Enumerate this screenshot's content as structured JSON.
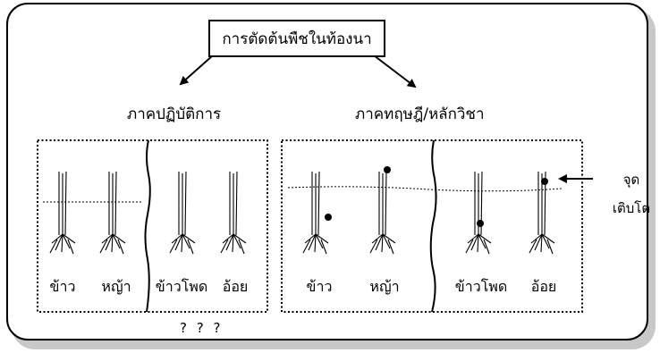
{
  "title": "การตัดต้นพืชในท้องนา",
  "practice": {
    "heading": "ภาคปฏิบัติการ",
    "plants": [
      "ข้าว",
      "หญ้า",
      "ข้าวโพด",
      "อ้อย"
    ],
    "footer": "? ? ?"
  },
  "theory": {
    "heading": "ภาคทฤษฎี/หลักวิชา",
    "plants": [
      "ข้าว",
      "หญ้า",
      "ข้าวโพด",
      "อ้อย"
    ]
  },
  "growing_point": {
    "line1": "จุด",
    "line2": "เติบโต"
  }
}
